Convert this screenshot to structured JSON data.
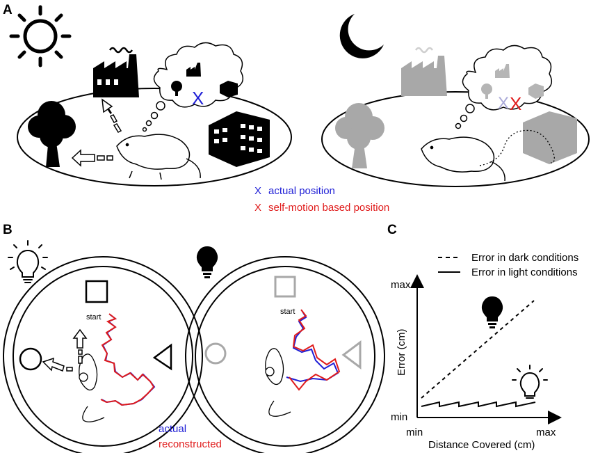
{
  "panels": {
    "a": "A",
    "b": "B",
    "c": "C"
  },
  "panel_a": {
    "legend": [
      {
        "marker": "X",
        "text": "actual position",
        "color": "#1f1fd6"
      },
      {
        "marker": "X",
        "text": "self-motion based position",
        "color": "#e01b1b"
      }
    ],
    "icons": [
      "sun-icon",
      "moon-icon",
      "factory-icon",
      "tree-icon",
      "building-icon",
      "rat-icon",
      "thought-bubble-icon"
    ]
  },
  "panel_b": {
    "start_label_light": "start",
    "start_label_dark": "start",
    "legend_actual": "actual",
    "legend_reconstructed": "reconstructed",
    "colors": {
      "actual": "#1f1fd6",
      "reconstructed": "#e01b1b",
      "dim": "#aaaaaa"
    },
    "icons": [
      "lightbulb-on-icon",
      "lightbulb-off-icon",
      "square-cue-icon",
      "circle-cue-icon",
      "triangle-cue-icon",
      "mouse-icon"
    ]
  },
  "panel_c": {
    "legend": [
      {
        "style": "dashed",
        "text": "Error in dark conditions"
      },
      {
        "style": "solid",
        "text": "Error in light conditions"
      }
    ],
    "y_axis_label": "Error (cm)",
    "x_axis_label": "Distance Covered (cm)",
    "y_max": "max",
    "y_min": "min",
    "x_min": "min",
    "x_max": "max"
  }
}
